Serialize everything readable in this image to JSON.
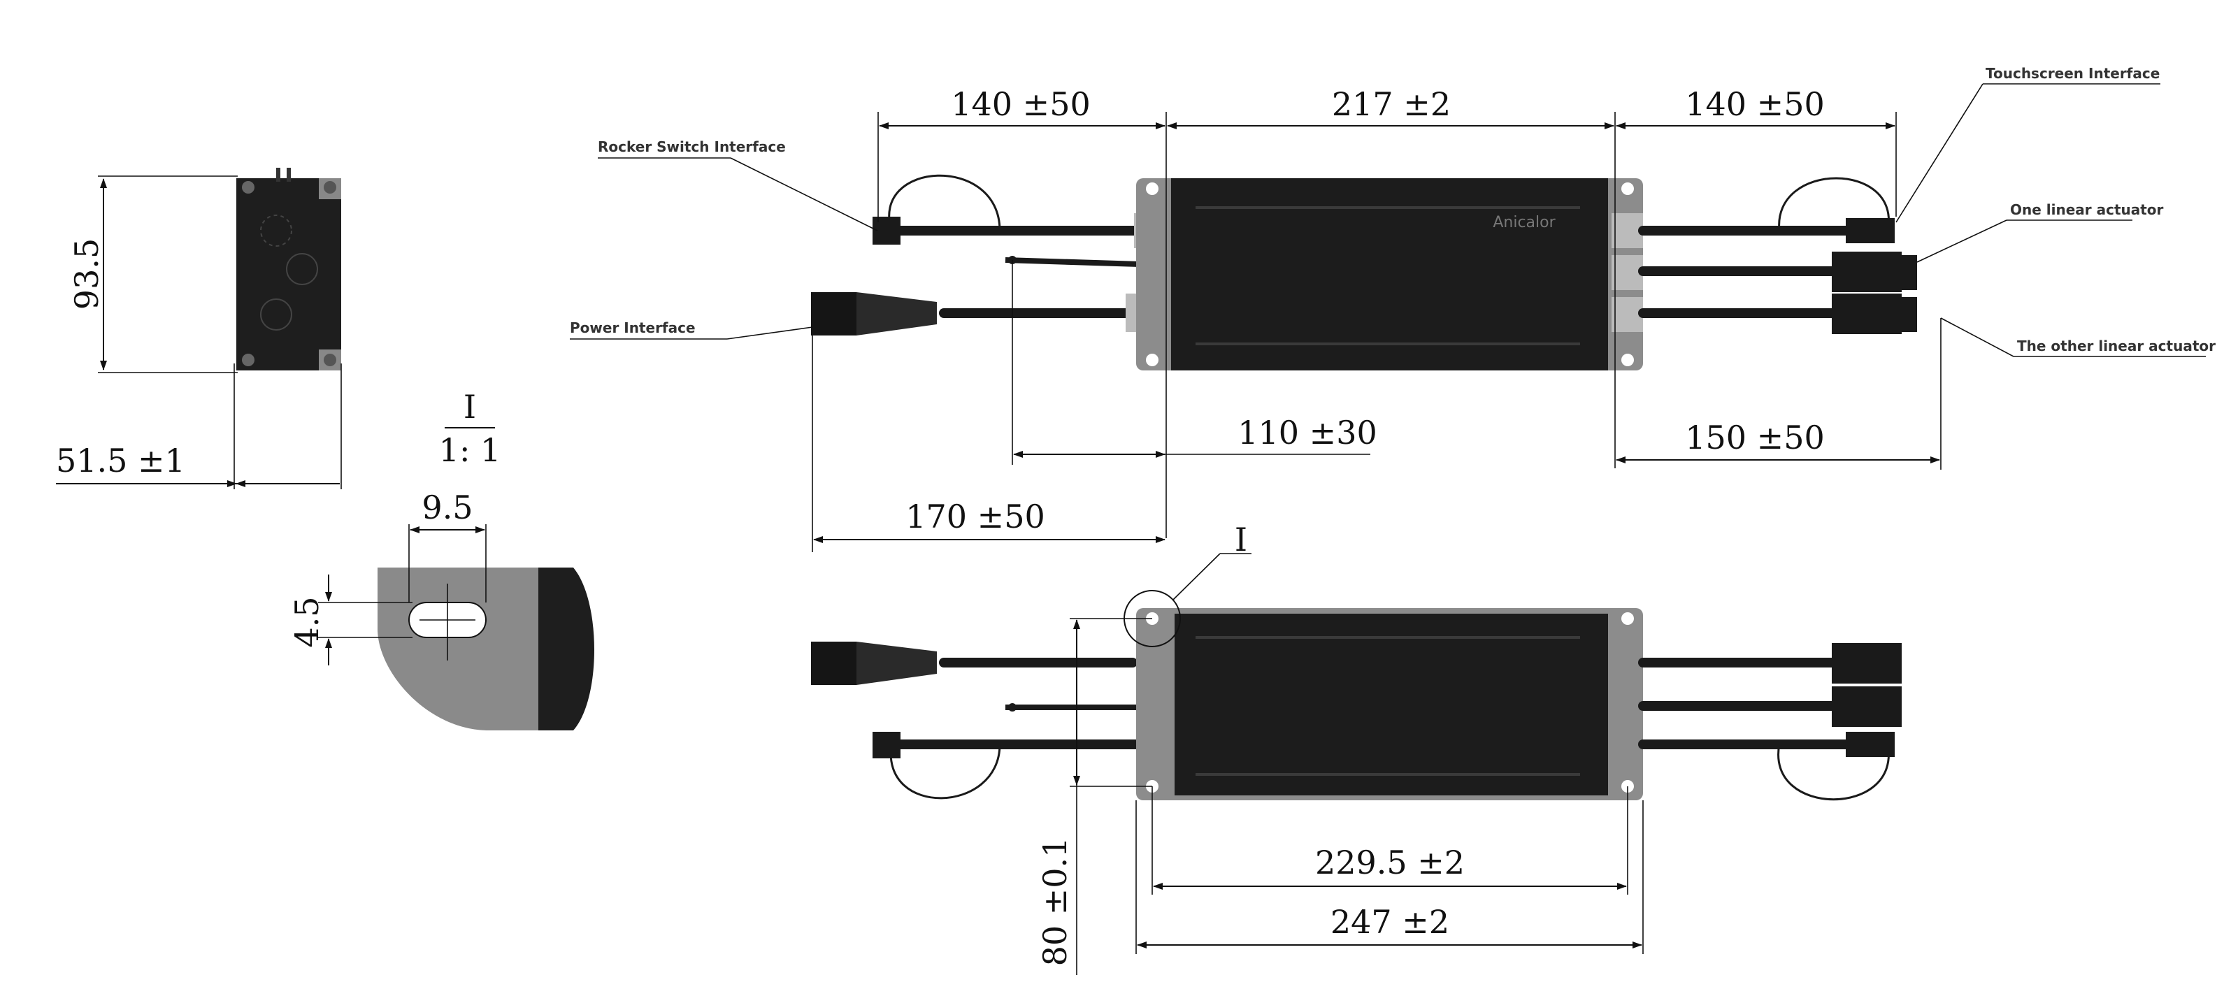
{
  "dimensions": {
    "side_height": "93.5",
    "side_width": "51.5 ±1",
    "detail_marker": "I",
    "detail_scale": "1: 1",
    "slot_width": "9.5",
    "slot_height": "4.5",
    "cable_left_top": "140 ±50",
    "body_length": "217 ±2",
    "cable_right_top": "140 ±50",
    "cable_sensor": "110 ±30",
    "cable_power": "170 ±50",
    "cable_actuator": "150 ±50",
    "detail_ref": "I",
    "hole_spacing": "229.5 ±2",
    "overall_length": "247 ±2",
    "hole_vertical": "80 ±0.1"
  },
  "labels": {
    "rocker": "Rocker Switch Interface",
    "power": "Power Interface",
    "touchscreen": "Touchscreen Interface",
    "one_actuator": "One linear actuator",
    "other_actuator": "The other linear actuator",
    "brand": "Anicalor"
  },
  "colors": {
    "body_dark": "#1c1c1c",
    "bracket_gray": "#7a7a7a",
    "line": "#111111",
    "label_text": "#333333"
  }
}
